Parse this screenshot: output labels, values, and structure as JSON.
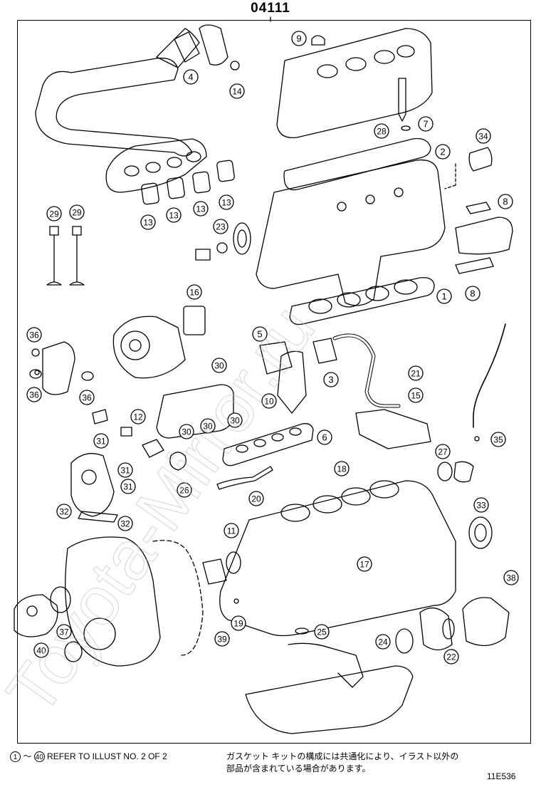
{
  "header": {
    "part_number": "04111"
  },
  "callouts": [
    {
      "num": "9"
    },
    {
      "num": "4"
    },
    {
      "num": "14"
    },
    {
      "num": "7"
    },
    {
      "num": "28"
    },
    {
      "num": "2"
    },
    {
      "num": "34"
    },
    {
      "num": "8"
    },
    {
      "num": "13"
    },
    {
      "num": "13"
    },
    {
      "num": "13"
    },
    {
      "num": "13"
    },
    {
      "num": "29"
    },
    {
      "num": "29"
    },
    {
      "num": "23"
    },
    {
      "num": "8"
    },
    {
      "num": "1"
    },
    {
      "num": "16"
    },
    {
      "num": "36"
    },
    {
      "num": "36"
    },
    {
      "num": "36"
    },
    {
      "num": "5"
    },
    {
      "num": "3"
    },
    {
      "num": "30"
    },
    {
      "num": "30"
    },
    {
      "num": "30"
    },
    {
      "num": "30"
    },
    {
      "num": "21"
    },
    {
      "num": "15"
    },
    {
      "num": "12"
    },
    {
      "num": "10"
    },
    {
      "num": "6"
    },
    {
      "num": "35"
    },
    {
      "num": "31"
    },
    {
      "num": "31"
    },
    {
      "num": "31"
    },
    {
      "num": "27"
    },
    {
      "num": "26"
    },
    {
      "num": "18"
    },
    {
      "num": "20"
    },
    {
      "num": "32"
    },
    {
      "num": "32"
    },
    {
      "num": "33"
    },
    {
      "num": "11"
    },
    {
      "num": "17"
    },
    {
      "num": "38"
    },
    {
      "num": "19"
    },
    {
      "num": "37"
    },
    {
      "num": "25"
    },
    {
      "num": "39"
    },
    {
      "num": "24"
    },
    {
      "num": "22"
    },
    {
      "num": "40"
    }
  ],
  "footer": {
    "range_start": "1",
    "range_sep": "～",
    "range_end": "40",
    "note_en": "REFER TO ILLUST NO. 2 OF 2",
    "note_jp_line1": "ガスケット キットの構成には共通化により、イラスト以外の",
    "note_jp_line2": "部品が含まれている場合があります。",
    "illust_code": "11E536"
  },
  "watermark": {
    "text": "Toyota-Mirror.ru"
  }
}
